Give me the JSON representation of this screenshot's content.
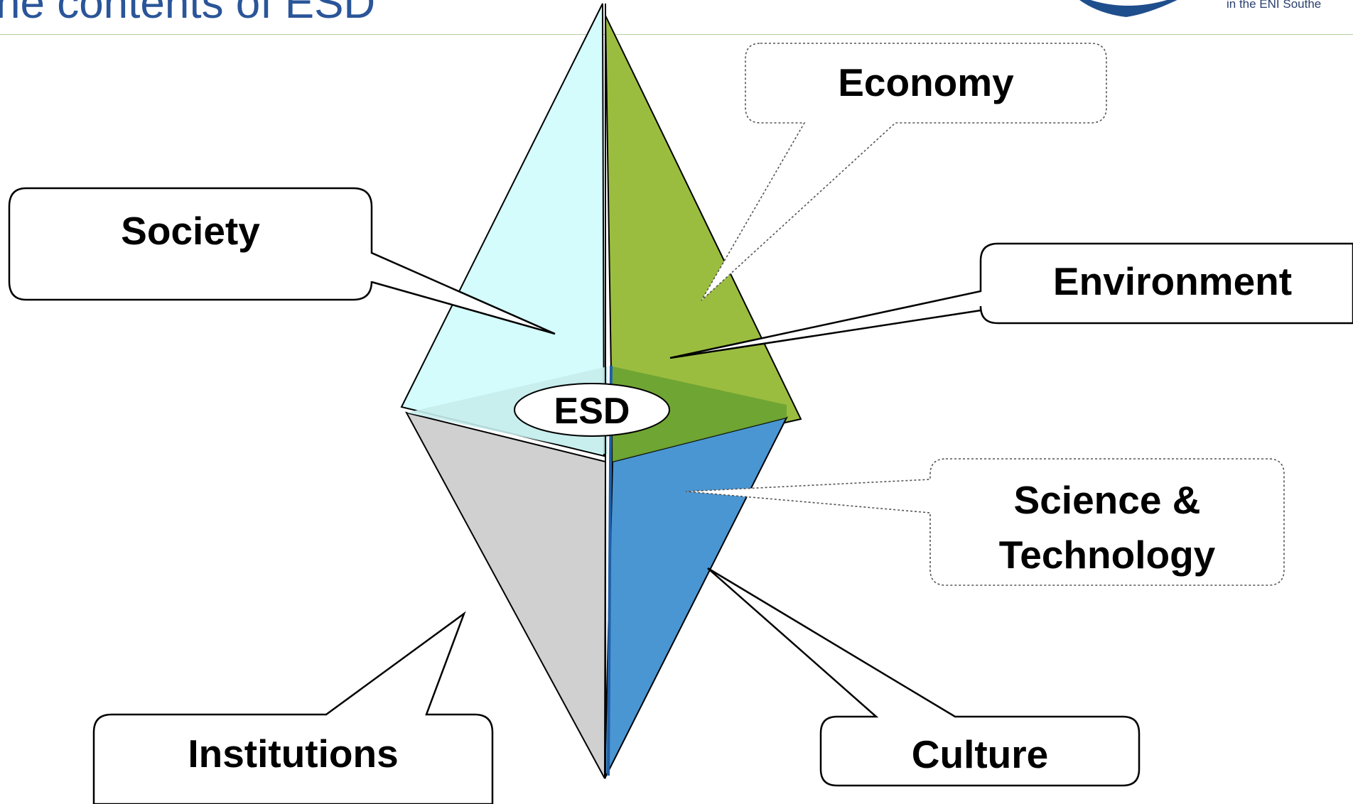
{
  "header": {
    "title": "he contents of ESD",
    "logo_caption": "in the ENI Southe"
  },
  "diagram": {
    "center_label": "ESD",
    "callouts": {
      "society": "Society",
      "economy": "Economy",
      "environment": "Environment",
      "science_technology_line1": "Science &",
      "science_technology_line2": "Technology",
      "institutions": "Institutions",
      "culture": "Culture"
    }
  },
  "colors": {
    "title": "#2a5599",
    "society_face": "#d4fcfc",
    "environment_face": "#9bbd3f",
    "environment_overlap": "#6aa232",
    "institutions_face": "#d0d0d0",
    "culture_face": "#4a96d3",
    "logo": "#1f4e8c"
  }
}
